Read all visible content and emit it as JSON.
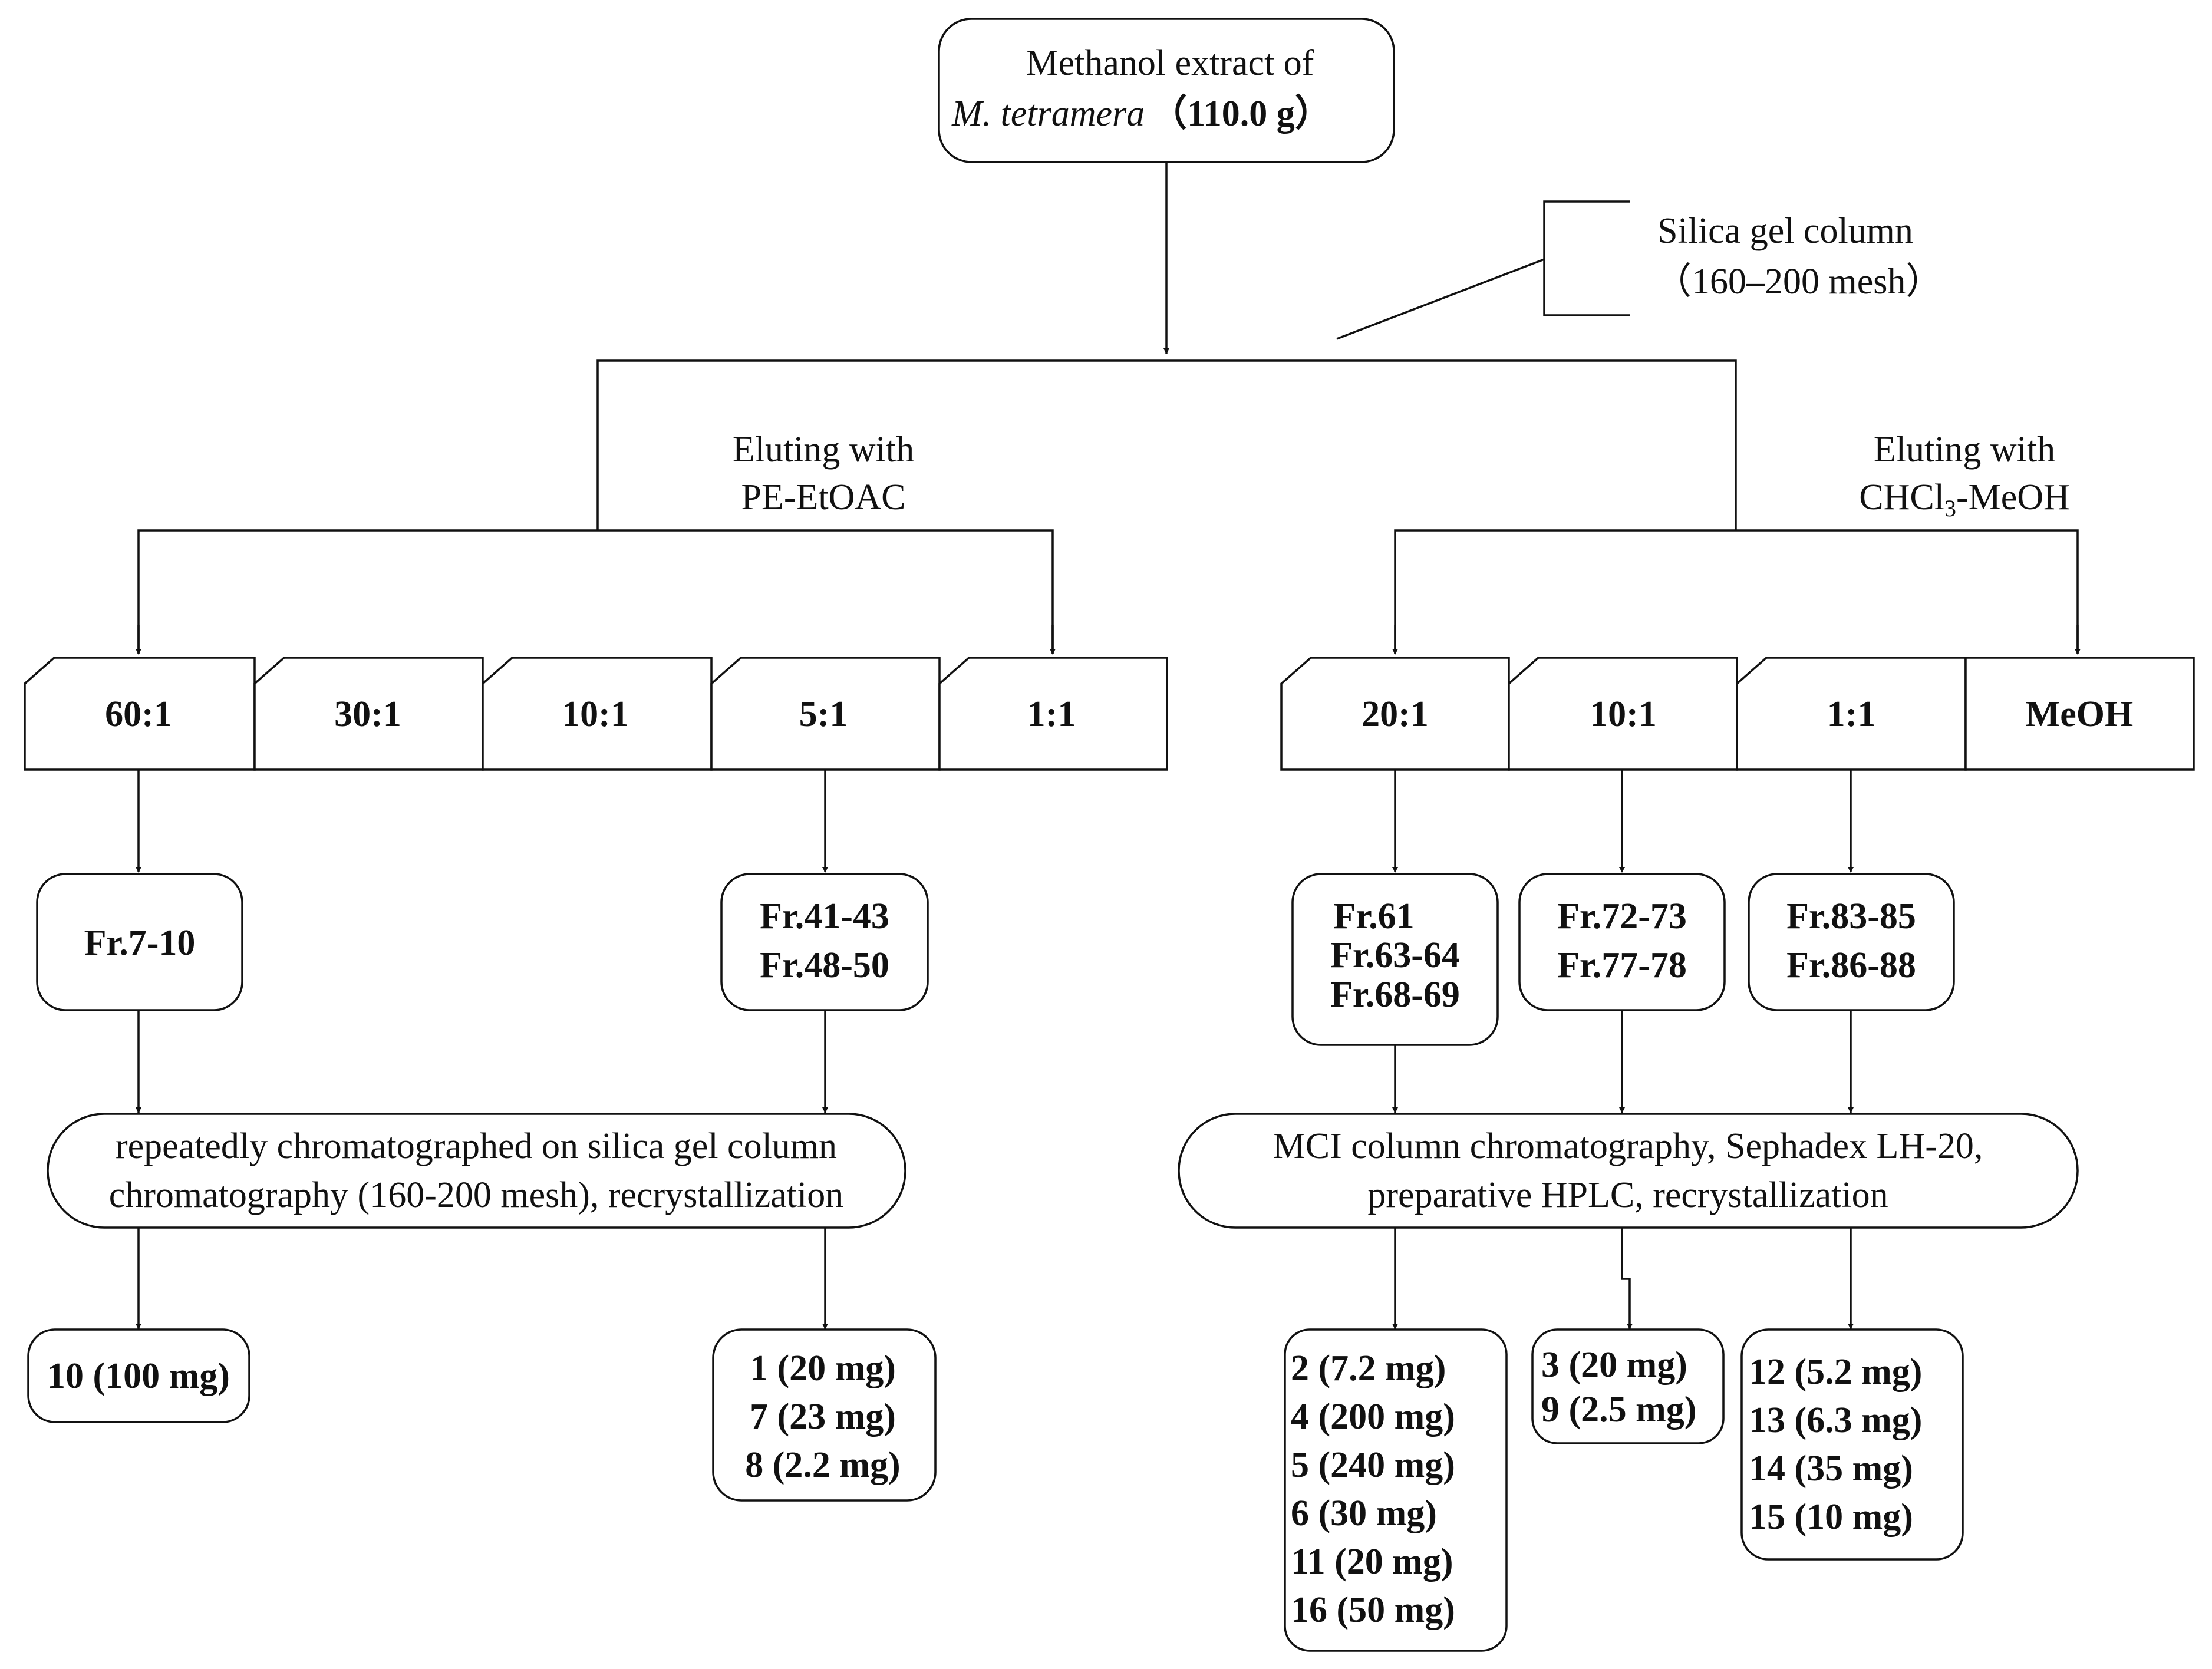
{
  "top": {
    "line1": "Methanol extract of",
    "species": "M. tetramera",
    "amount": "（110.0 g）"
  },
  "silica_note": {
    "line1": "Silica gel column",
    "line2": "（160–200 mesh）"
  },
  "left_elution": {
    "line1": "Eluting with",
    "line2": "PE-EtOAC"
  },
  "right_elution": {
    "line1": "Eluting with",
    "line2_pre": "CHCl",
    "line2_sub": "3",
    "line2_post": "-MeOH"
  },
  "left_ratios": [
    "60:1",
    "30:1",
    "10:1",
    "5:1",
    "1:1"
  ],
  "right_ratios": [
    "20:1",
    "10:1",
    "1:1",
    "MeOH"
  ],
  "fractions": {
    "f1": [
      "Fr.7-10"
    ],
    "f2": [
      "Fr.41-43",
      "Fr.48-50"
    ],
    "f3": [
      "Fr.61",
      "Fr.63-64",
      "Fr.68-69"
    ],
    "f4": [
      "Fr.72-73",
      "Fr.77-78"
    ],
    "f5": [
      "Fr.83-85",
      "Fr.86-88"
    ]
  },
  "left_process": {
    "line1": "repeatedly chromatographed on silica gel column",
    "line2": "chromatography (160-200 mesh), recrystallization"
  },
  "right_process": {
    "line1": "MCI column chromatography, Sephadex LH-20,",
    "line2": "preparative HPLC, recrystallization"
  },
  "products": {
    "p1": [
      "10 (100 mg)"
    ],
    "p2": [
      "1 (20 mg)",
      "7 (23 mg)",
      "8 (2.2 mg)"
    ],
    "p3": [
      "2  (7.2 mg)",
      "4 (200 mg)",
      "5 (240 mg)",
      "6  (30  mg)",
      "11  (20  mg)",
      "16  (50  mg)"
    ],
    "p4": [
      "3 (20  mg)",
      "9 (2.5 mg)"
    ],
    "p5": [
      "12 (5.2 mg)",
      "13 (6.3 mg)",
      "14 (35  mg)",
      "15 (10  mg)"
    ]
  }
}
